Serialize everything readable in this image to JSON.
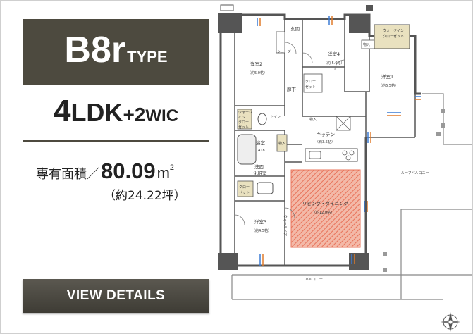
{
  "unit": {
    "type_code": "B8r",
    "type_suffix": "TYPE",
    "layout_number": "4",
    "layout_main": "LDK",
    "layout_plus": "+2",
    "layout_extra": "WIC",
    "area_label": "専有面積／",
    "area_value": "80.09",
    "area_unit": "m",
    "area_unit_sup": "2",
    "area_tsubo": "（約24.22坪）"
  },
  "button": {
    "label": "VIEW DETAILS"
  },
  "plan_labels": {
    "genkan": "玄関",
    "room2": "洋室2",
    "room2_size": "（約5.0帖）",
    "room4": "洋室4",
    "room4_size": "（約 5.0帖）",
    "room1": "洋室1",
    "room1_size": "（約6.5帖）",
    "room3": "洋室3",
    "room3_size": "（約4.5帖）",
    "wic1_a": "ウォークイン",
    "wic1_b": "クローゼット",
    "wic2_a": "ウォーク",
    "wic2_b": "イン",
    "wic2_c": "クロー",
    "wic2_d": "ゼット",
    "closet_a": "クロー",
    "closet_b": "ゼット",
    "closet3_a": "クロー",
    "closet3_b": "ゼット",
    "storage1": "物入",
    "storage2": "物入",
    "storage3": "物入",
    "hallway": "廊下",
    "toilet": "トイレ",
    "bath": "浴室",
    "bath_size": "1418",
    "washroom_a": "洗面",
    "washroom_b": "化粧室",
    "kitchen": "キッチン",
    "kitchen_size": "（約3.5帖）",
    "living": "リビング・ダイニング",
    "living_size": "（約12.0帖）",
    "roof_balcony": "ルーフバルコニー",
    "balcony": "バルコニー",
    "wall_door": "ウォールドア",
    "shoes": "シューズ"
  },
  "colors": {
    "banner": "#4d4a3f",
    "living_hatch": "#e8735a",
    "wall": "#555555",
    "sash": "#3b7bd4",
    "sash_accent": "#e07a2a"
  }
}
